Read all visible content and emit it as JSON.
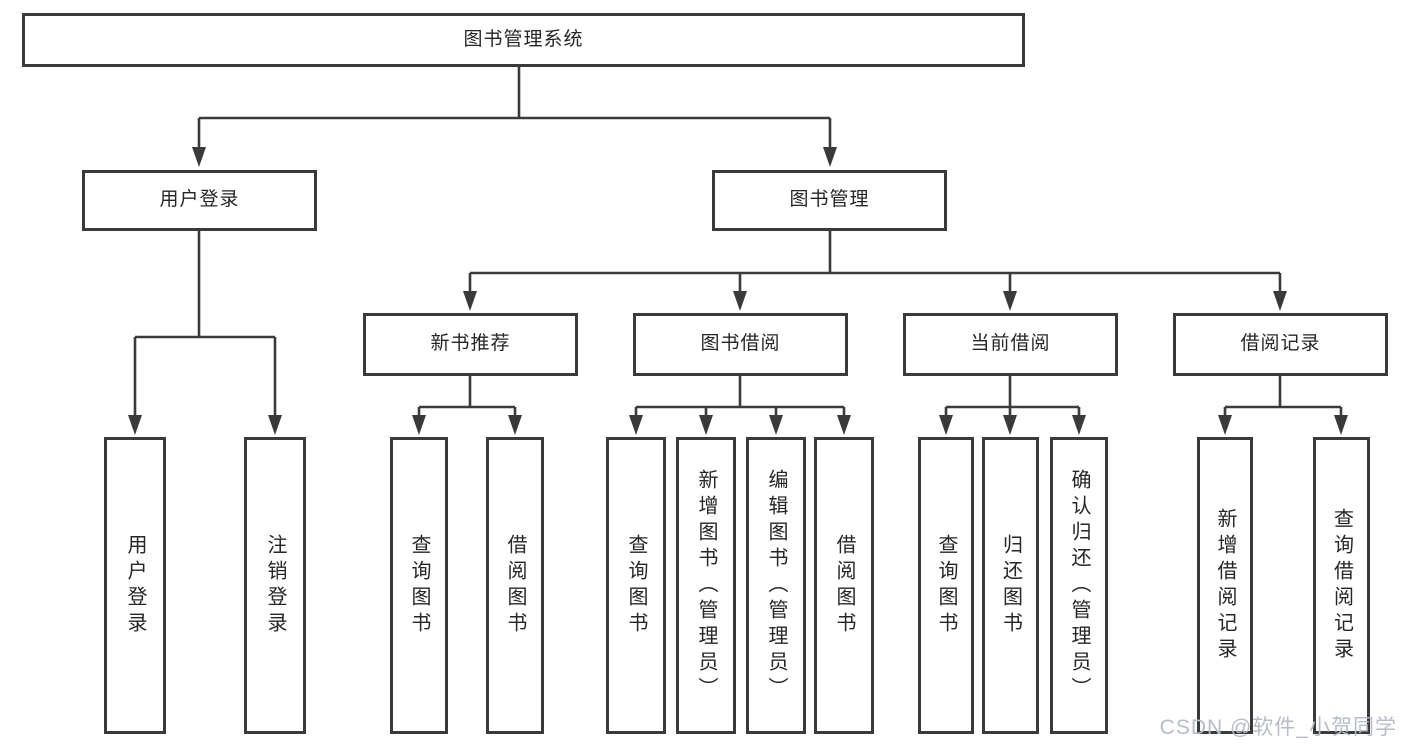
{
  "tree": {
    "label": "图书管理系统",
    "children": [
      {
        "label": "用户登录",
        "children": [
          {
            "label": "用户登录"
          },
          {
            "label": "注销登录"
          }
        ]
      },
      {
        "label": "图书管理",
        "children": [
          {
            "label": "新书推荐",
            "children": [
              {
                "label": "查询图书"
              },
              {
                "label": "借阅图书"
              }
            ]
          },
          {
            "label": "图书借阅",
            "children": [
              {
                "label": "查询图书"
              },
              {
                "label": "新增图书（管理员）"
              },
              {
                "label": "编辑图书（管理员）"
              },
              {
                "label": "借阅图书"
              }
            ]
          },
          {
            "label": "当前借阅",
            "children": [
              {
                "label": "查询图书"
              },
              {
                "label": "归还图书"
              },
              {
                "label": "确认归还（管理员）"
              }
            ]
          },
          {
            "label": "借阅记录",
            "children": [
              {
                "label": "新增借阅记录"
              },
              {
                "label": "查询借阅记录"
              }
            ]
          }
        ]
      }
    ]
  },
  "watermark": {
    "text": "CSDN @软件_小贺同学",
    "color": "#b6bcc8"
  },
  "colors": {
    "background": "#ffffff",
    "box_border": "#3a3a3a",
    "box_fill": "#ffffff",
    "line": "#3a3a3a",
    "text": "#262626"
  }
}
